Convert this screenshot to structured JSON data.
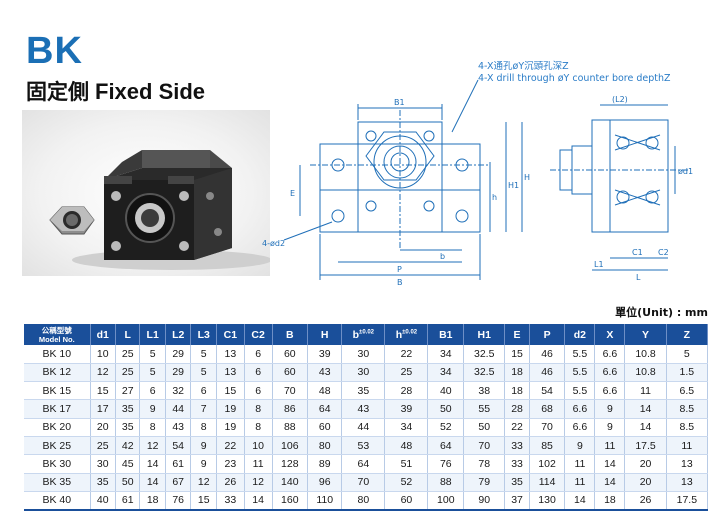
{
  "header": {
    "brand": "BK",
    "title_cn": "固定側",
    "title_en": "Fixed Side"
  },
  "callouts": {
    "cn": "4-X通孔øY沉頭孔深Z",
    "en": "4-X drill through øY counter bore depthZ"
  },
  "front_view_labels": {
    "B1": "B1",
    "b": "b",
    "P": "P",
    "B": "B",
    "E": "E",
    "h": "h",
    "H1": "H1",
    "H": "H",
    "d2": "4-ød2"
  },
  "side_view_labels": {
    "L2": "(L2)",
    "d1": "ød1",
    "C1": "C1",
    "C2": "C2",
    "L1": "L1",
    "L": "L"
  },
  "unit_label": "單位(Unit) : mm",
  "table": {
    "model_header_cn": "公稱型號",
    "model_header_en": "Model No.",
    "columns": [
      "d1",
      "L",
      "L1",
      "L2",
      "L3",
      "C1",
      "C2",
      "B",
      "H",
      "b",
      "h",
      "B1",
      "H1",
      "E",
      "P",
      "d2",
      "X",
      "Y",
      "Z"
    ],
    "b_tol": "±0.02",
    "h_tol": "±0.02",
    "rows": [
      [
        "BK 10",
        "10",
        "25",
        "5",
        "29",
        "5",
        "13",
        "6",
        "60",
        "39",
        "30",
        "22",
        "34",
        "32.5",
        "15",
        "46",
        "5.5",
        "6.6",
        "10.8",
        "5"
      ],
      [
        "BK 12",
        "12",
        "25",
        "5",
        "29",
        "5",
        "13",
        "6",
        "60",
        "43",
        "30",
        "25",
        "34",
        "32.5",
        "18",
        "46",
        "5.5",
        "6.6",
        "10.8",
        "1.5"
      ],
      [
        "BK 15",
        "15",
        "27",
        "6",
        "32",
        "6",
        "15",
        "6",
        "70",
        "48",
        "35",
        "28",
        "40",
        "38",
        "18",
        "54",
        "5.5",
        "6.6",
        "11",
        "6.5"
      ],
      [
        "BK 17",
        "17",
        "35",
        "9",
        "44",
        "7",
        "19",
        "8",
        "86",
        "64",
        "43",
        "39",
        "50",
        "55",
        "28",
        "68",
        "6.6",
        "9",
        "14",
        "8.5"
      ],
      [
        "BK 20",
        "20",
        "35",
        "8",
        "43",
        "8",
        "19",
        "8",
        "88",
        "60",
        "44",
        "34",
        "52",
        "50",
        "22",
        "70",
        "6.6",
        "9",
        "14",
        "8.5"
      ],
      [
        "BK 25",
        "25",
        "42",
        "12",
        "54",
        "9",
        "22",
        "10",
        "106",
        "80",
        "53",
        "48",
        "64",
        "70",
        "33",
        "85",
        "9",
        "11",
        "17.5",
        "11"
      ],
      [
        "BK 30",
        "30",
        "45",
        "14",
        "61",
        "9",
        "23",
        "11",
        "128",
        "89",
        "64",
        "51",
        "76",
        "78",
        "33",
        "102",
        "11",
        "14",
        "20",
        "13"
      ],
      [
        "BK 35",
        "35",
        "50",
        "14",
        "67",
        "12",
        "26",
        "12",
        "140",
        "96",
        "70",
        "52",
        "88",
        "79",
        "35",
        "114",
        "11",
        "14",
        "20",
        "13"
      ],
      [
        "BK 40",
        "40",
        "61",
        "18",
        "76",
        "15",
        "33",
        "14",
        "160",
        "110",
        "80",
        "60",
        "100",
        "90",
        "37",
        "130",
        "14",
        "18",
        "26",
        "17.5"
      ]
    ]
  }
}
